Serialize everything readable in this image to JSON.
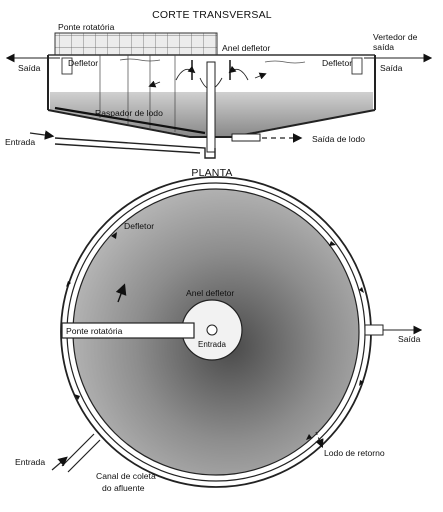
{
  "section_title": "CORTE TRANSVERSAL",
  "plan_title": "PLANTA",
  "section_labels": {
    "ponte_rotatoria": "Ponte rotatória",
    "anel_defletor": "Anel defletor",
    "vertedor": [
      "Vertedor de",
      "saída"
    ],
    "saida_left": "Saída",
    "saida_right": "Saída",
    "defletor_left": "Defletor",
    "defletor_right": "Defletor",
    "raspador": "Raspador de lodo",
    "entrada": "Entrada",
    "saida_lodo": "Saída de lodo"
  },
  "plan_labels": {
    "defletor": "Defletor",
    "anel_defletor": "Anel defletor",
    "ponte_rotatoria": "Ponte rotatória",
    "entrada_center": "Entrada",
    "saida": "Saída",
    "lodo_retorno": "Lodo de retorno",
    "entrada": "Entrada",
    "canal": [
      "Canal de coleta",
      "do afluente"
    ]
  }
}
